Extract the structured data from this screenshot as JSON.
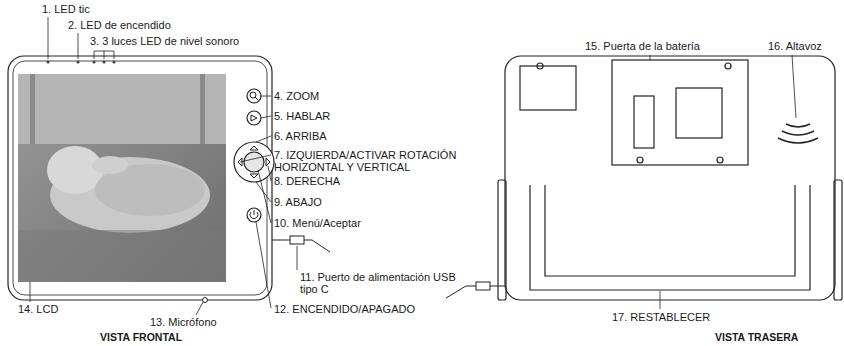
{
  "diagram": {
    "labels": [
      "1. LED tic",
      "2. LED de encendido",
      "3. 3 luces LED de nivel sonoro",
      "4. ZOOM",
      "5. HABLAR",
      "6. ARRIBA",
      "7. IZQUIERDA/ACTIVAR ROTACIÓN HORIZONTAL Y VERTICAL",
      "8. DERECHA",
      "9. ABAJO",
      "10. Menú/Aceptar",
      "11. Puerto de alimentación USB tipo C",
      "12. ENCENDIDO/APAGADO",
      "13. Micrófono",
      "14. LCD",
      "15. Puerta de la batería",
      "16. Altavoz",
      "17. RESTABLECER",
      "VISTA FRONTAL",
      "VISTA TRASERA"
    ]
  }
}
